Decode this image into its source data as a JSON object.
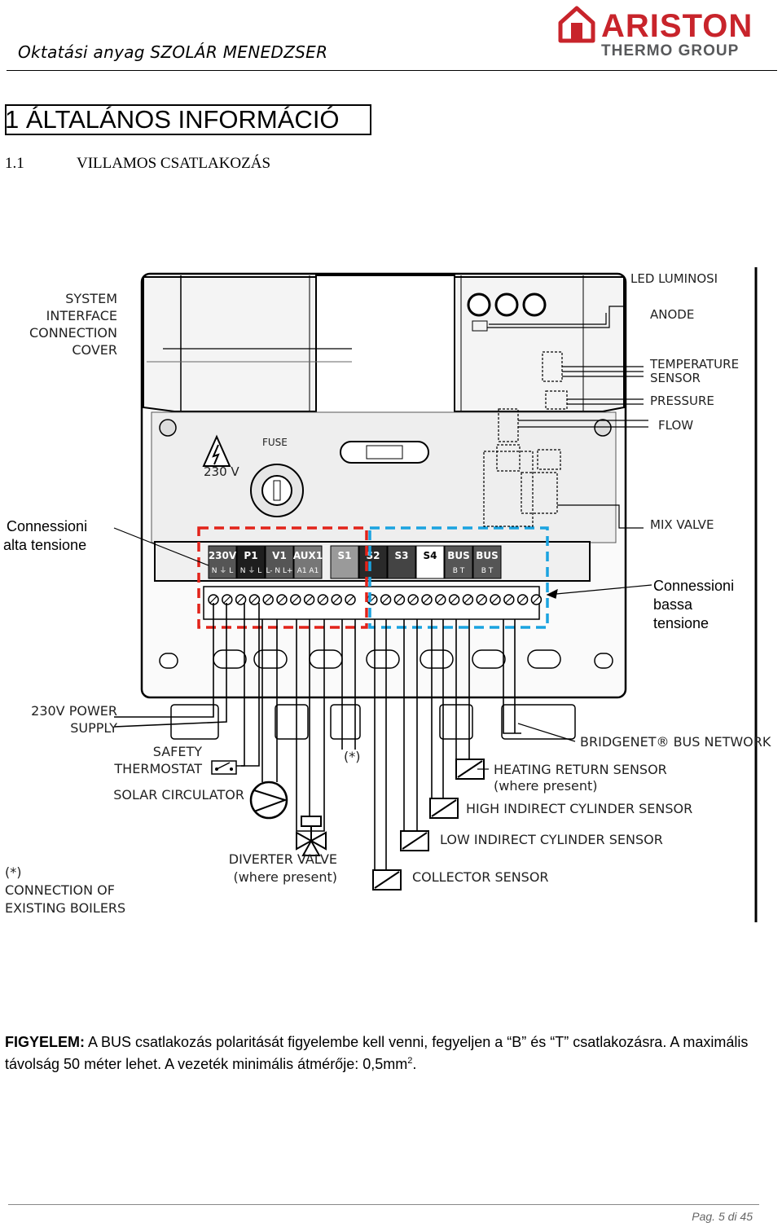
{
  "header": {
    "title": "Oktatási anyag SZOLÁR MENEDZSER",
    "logo": {
      "word": "ARISTON",
      "sub": "THERMO GROUP",
      "brand_color": "#c8242b"
    }
  },
  "section": {
    "h1": "1  ÁLTALÁNOS INFORMÁCIÓ",
    "h2_num": "1.1",
    "h2_title": "VILLAMOS CSATLAKOZÁS"
  },
  "diagram": {
    "left_labels": {
      "system_interface": [
        "SYSTEM",
        "INTERFACE",
        "CONNECTION",
        "COVER"
      ],
      "high_voltage": [
        "Connessioni",
        "alta tensione"
      ],
      "power_supply": [
        "230V POWER",
        "SUPPLY"
      ],
      "safety_thermostat": [
        "SAFETY",
        "THERMOSTAT"
      ],
      "solar_circulator": "SOLAR CIRCULATOR",
      "diverter_valve": [
        "DIVERTER VALVE",
        "(where present)"
      ],
      "existing_boilers": [
        "(*)",
        "CONNECTION OF",
        "EXISTING BOILERS"
      ],
      "asterisk": "(*)"
    },
    "right_labels": {
      "led": "LED LUMINOSI",
      "anode": "ANODE",
      "temperature": [
        "TEMPERATURE",
        "SENSOR"
      ],
      "pressure": "PRESSURE",
      "flow": "FLOW",
      "mix_valve": "MIX VALVE",
      "low_voltage": [
        "Connessioni",
        "bassa",
        "tensione"
      ],
      "bridgenet": "BRIDGENET® BUS NETWORK",
      "heating_return": [
        "HEATING RETURN SENSOR",
        "(where present)"
      ],
      "high_cylinder": "HIGH INDIRECT CYLINDER SENSOR",
      "low_cylinder": "LOW INDIRECT CYLINDER SENSOR",
      "collector": "COLLECTOR SENSOR"
    },
    "board": {
      "fuse": "FUSE",
      "voltage": "230 V",
      "terminals": [
        {
          "name": "230V",
          "pins": "N ⏚ L",
          "color": "#555555"
        },
        {
          "name": "P1",
          "pins": "N ⏚ L",
          "color": "#1e1e1e"
        },
        {
          "name": "V1",
          "pins": "L- N L+",
          "color": "#555555"
        },
        {
          "name": "AUX1",
          "pins": "A1 A1",
          "color": "#777777"
        },
        {
          "name": "S1",
          "pins": "",
          "color": "#9a9a9a"
        },
        {
          "name": "S2",
          "pins": "",
          "color": "#2a2a2a"
        },
        {
          "name": "S3",
          "pins": "",
          "color": "#444444"
        },
        {
          "name": "S4",
          "pins": "",
          "color": "#ffffff"
        },
        {
          "name": "BUS",
          "pins": "B T",
          "color": "#555555"
        },
        {
          "name": "BUS",
          "pins": "B T",
          "color": "#555555"
        }
      ],
      "high_voltage_color": "#e2231a",
      "low_voltage_color": "#1aa3e0"
    }
  },
  "note": {
    "label": "FIGYELEM:",
    "text": " A BUS csatlakozás polaritását figyelembe kell venni, fegyeljen a “B” és “T” csatlakozásra. A maximális távolság 50 méter lehet. A vezeték minimális átmérője: 0,5mm",
    "sup": "2",
    "end": "."
  },
  "footer": {
    "page": "Pag. 5 di 45"
  }
}
